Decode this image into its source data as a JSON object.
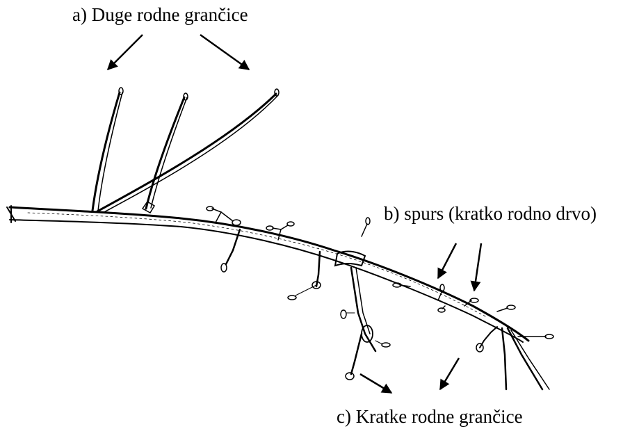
{
  "labels": {
    "long_shoots": "a) Duge rodne grančice",
    "spurs": "b) spurs (kratko rodno drvo)",
    "short_shoots": "c) Kratke rodne grančice"
  },
  "colors": {
    "ink": "#000000",
    "background": "#ffffff"
  }
}
